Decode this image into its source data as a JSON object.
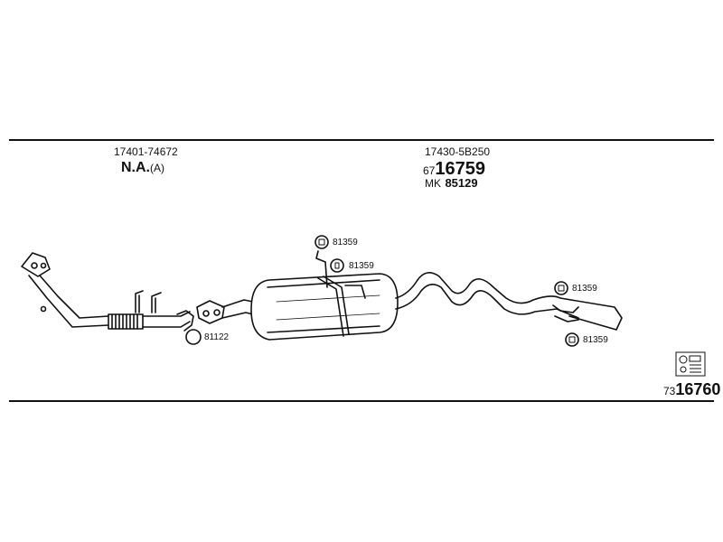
{
  "left_assembly": {
    "part_number": "17401-74672",
    "availability": "N.A.",
    "availability_note": "(A)"
  },
  "right_assembly": {
    "part_number": "17430-5B250",
    "ref_prefix": "67",
    "ref_number": "16759",
    "mk_prefix": "MK",
    "mk_number": "85129"
  },
  "callouts": {
    "clamp_front": "81122",
    "hanger_top_1": "81359",
    "hanger_top_2": "81359",
    "hanger_rear_1": "81359",
    "hanger_rear_2": "81359"
  },
  "footer": {
    "code_prefix": "73",
    "code_number": "16760"
  },
  "colors": {
    "line": "#111111",
    "background": "#ffffff"
  }
}
